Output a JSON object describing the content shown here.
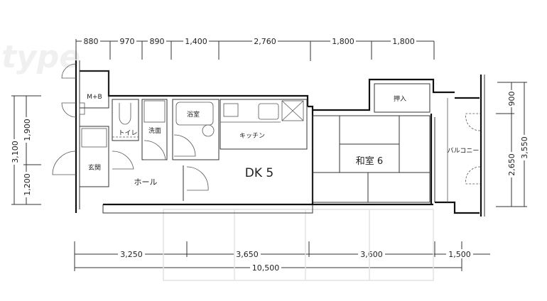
{
  "plan": {
    "top_dimensions": [
      "880",
      "970",
      "890",
      "1,400",
      "2,760",
      "1,800",
      "1,800"
    ],
    "bottom_dimensions": [
      "3,250",
      "3,650",
      "3,600",
      "1,500"
    ],
    "bottom_total": "10,500",
    "left_dimensions": {
      "total": "3,100",
      "upper": "1,900",
      "lower": "1,200"
    },
    "right_dimensions": {
      "upper": "900",
      "lower": "2,650",
      "total": "3,550"
    },
    "rooms": {
      "mb": "M+B",
      "toilet": "トイレ",
      "washroom": "洗面",
      "bath": "浴室",
      "kitchen": "キッチン",
      "entrance": "玄関",
      "hall": "ホール",
      "dk": "DK 5",
      "washitsu": "和室 6",
      "closet": "押入",
      "balcony": "バルコニー"
    },
    "watermark": "type"
  }
}
